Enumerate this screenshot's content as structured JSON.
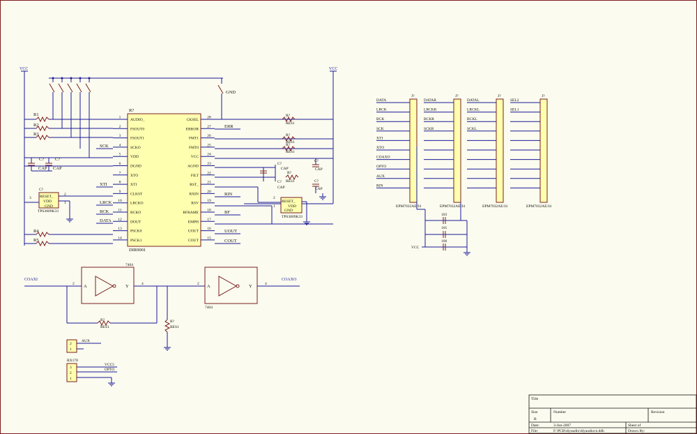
{
  "power": {
    "vcc": "VCC",
    "gnd": "GND",
    "vcc5": "VCC5"
  },
  "main_ic": {
    "ref": "R?",
    "part": "DIR9001",
    "left_pins": [
      {
        "num": "1",
        "name": "AUDIO_"
      },
      {
        "num": "2",
        "name": "FSOUT0"
      },
      {
        "num": "3",
        "name": "FSOUT1"
      },
      {
        "num": "4",
        "name": "SCKO"
      },
      {
        "num": "5",
        "name": "VDD"
      },
      {
        "num": "6",
        "name": "DGND"
      },
      {
        "num": "7",
        "name": "XTO"
      },
      {
        "num": "8",
        "name": "XTI"
      },
      {
        "num": "9",
        "name": "CLKST"
      },
      {
        "num": "10",
        "name": "LRCKO"
      },
      {
        "num": "11",
        "name": "BCKO"
      },
      {
        "num": "12",
        "name": "DOUT"
      },
      {
        "num": "13",
        "name": "PSCK0"
      },
      {
        "num": "14",
        "name": "PSCK1"
      }
    ],
    "right_pins": [
      {
        "num": "28",
        "name": "CKSEL"
      },
      {
        "num": "27",
        "name": "ERROR"
      },
      {
        "num": "26",
        "name": "FMT1"
      },
      {
        "num": "25",
        "name": "FMT0"
      },
      {
        "num": "24",
        "name": "VCC"
      },
      {
        "num": "23",
        "name": "AGND"
      },
      {
        "num": "22",
        "name": "FILT"
      },
      {
        "num": "21",
        "name": "RST_"
      },
      {
        "num": "20",
        "name": "RXIN"
      },
      {
        "num": "19",
        "name": "RSV"
      },
      {
        "num": "18",
        "name": "BFRAME"
      },
      {
        "num": "17",
        "name": "EMPH"
      },
      {
        "num": "16",
        "name": "UOUT"
      },
      {
        "num": "15",
        "name": "COUT"
      }
    ],
    "left_nets": [
      "SCK",
      "XTI",
      "LRCK",
      "BCK",
      "DATA"
    ],
    "right_nets": [
      "ERR",
      "RIN",
      "BF",
      "UOUT",
      "COUT"
    ]
  },
  "resistors": {
    "left": [
      "R1",
      "R2",
      "R3",
      "R4",
      "R5"
    ],
    "res_label": "RES1",
    "ref_unknown": "R?"
  },
  "caps": {
    "ref": "C?",
    "label": "CAP"
  },
  "reset_ic": {
    "pins": [
      "RESET_",
      "VDD",
      "GND"
    ],
    "part": "TPS3809K33",
    "pin_nums": [
      "2",
      "1",
      "3"
    ]
  },
  "cplds": [
    {
      "ref": "J?",
      "part": "EPM7032AE/J4",
      "signals": [
        "DATA",
        "LRCK",
        "BCK",
        "SCK",
        "XTI",
        "XTO",
        "COAXO",
        "OPTO",
        "AUX",
        "RIN"
      ]
    },
    {
      "ref": "J?",
      "part": "EPM7032AE/J4",
      "signals": [
        "DATAR",
        "LRCKR",
        "BCKR",
        "SCKR"
      ]
    },
    {
      "ref": "J?",
      "part": "EPM7032AE/J4",
      "signals": [
        "DATAL",
        "LRCKL",
        "BCKL",
        "SCKL"
      ]
    },
    {
      "ref": "J?",
      "part": "EPM7032AE/J4",
      "signals": [
        "SEL2",
        "SEL1"
      ]
    }
  ],
  "decoupling": {
    "labels": [
      "103",
      "105",
      "106"
    ],
    "net": "VCC"
  },
  "buffers": [
    {
      "part": "7404",
      "in_pin": "2",
      "out_pin": "4",
      "in_label": "A",
      "out_label": "Y"
    },
    {
      "part": "7404",
      "in_pin": "2",
      "out_pin": "4",
      "in_label": "A",
      "out_label": "Y"
    }
  ],
  "coax": {
    "input": "COAXI",
    "output": "COAXO",
    "feedback_ref": "R?",
    "feedback_label": "RES1"
  },
  "connectors": {
    "aux": {
      "pins": [
        "2",
        "1"
      ],
      "net": "AUX"
    },
    "rx": {
      "ref": "RX178",
      "pins": [
        "3",
        "2",
        "1"
      ],
      "nets": [
        "VCC5",
        "OPTO"
      ]
    }
  },
  "title_block": {
    "title_label": "Title",
    "size_label": "Size",
    "size_value": "B",
    "number_label": "Number",
    "revision_label": "Revision",
    "date_label": "Date:",
    "date_value": "3-Jun-2007",
    "sheet_label": "Sheet    of",
    "file_label": "File:",
    "file_value": "F:\\PCB\\diyaudio\\diyaudiocn.ddb",
    "drawn_label": "Drawn By:"
  }
}
